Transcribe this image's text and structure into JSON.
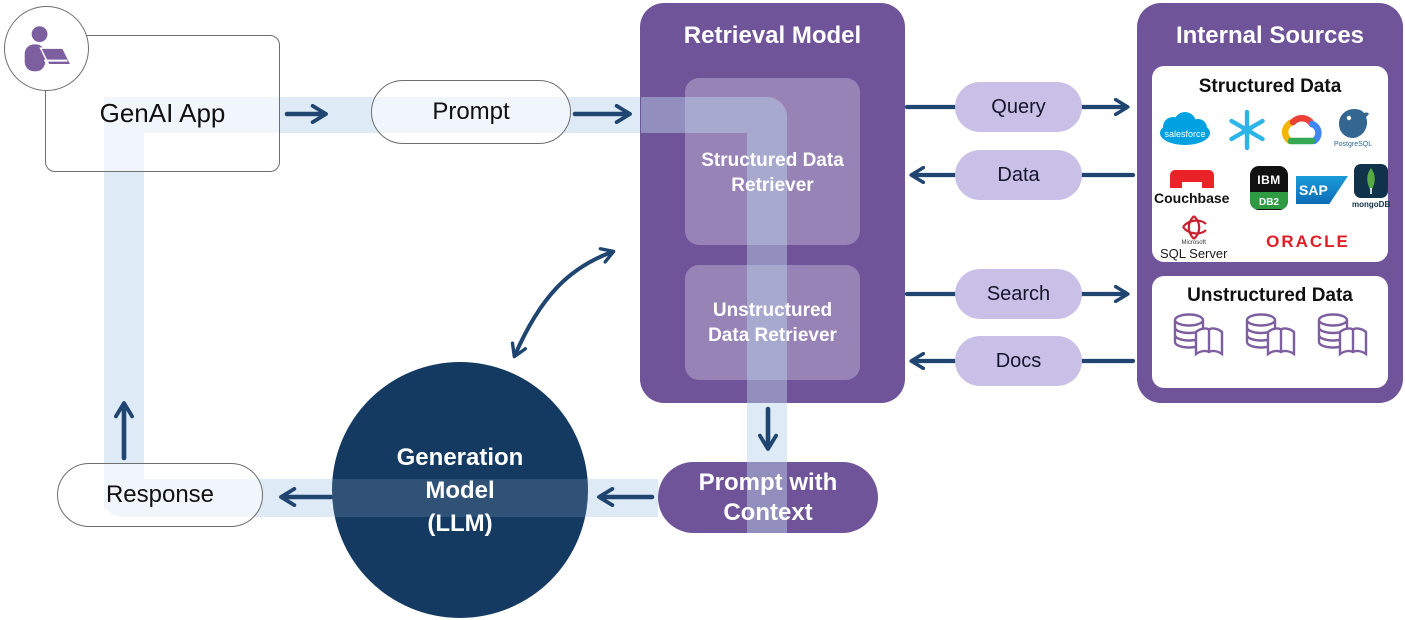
{
  "flow": {
    "genai_app_label": "GenAI App",
    "prompt_label": "Prompt",
    "response_label": "Response",
    "prompt_with_context": {
      "line1": "Prompt with",
      "line2": "Context"
    },
    "generation_model": {
      "line1": "Generation",
      "line2": "Model",
      "line3": "(LLM)"
    }
  },
  "retrieval_model": {
    "title": "Retrieval Model",
    "structured_retriever": {
      "line1": "Structured Data",
      "line2": "Retriever"
    },
    "unstructured_retriever": {
      "line1": "Unstructured",
      "line2": "Data Retriever"
    }
  },
  "connectors": {
    "query_label": "Query",
    "data_label": "Data",
    "search_label": "Search",
    "docs_label": "Docs"
  },
  "internal_sources": {
    "title": "Internal Sources",
    "structured_panel": {
      "title": "Structured Data",
      "logos": {
        "salesforce": "salesforce",
        "postgresql": "PostgreSQL",
        "couchbase": "Couchbase",
        "ibm": "IBM",
        "db2": "DB2",
        "sap": "SAP",
        "mongodb": "mongoDB",
        "microsoft": "Microsoft",
        "sql_server": "SQL Server",
        "oracle": "ORACLE"
      }
    },
    "unstructured_panel": {
      "title": "Unstructured Data"
    }
  },
  "icons": {
    "user": "user-at-laptop-icon",
    "snowflake": "snowflake-logo",
    "google_cloud": "google-cloud-logo",
    "database_book": "database-with-book-icon"
  },
  "colors": {
    "purple": "#6F5499",
    "purple_light": "#9784B5",
    "lavender": "#C9C0E8",
    "navy_circle": "#143A61",
    "arrow": "#1F4570",
    "flow_band": "#DEEBF7"
  }
}
